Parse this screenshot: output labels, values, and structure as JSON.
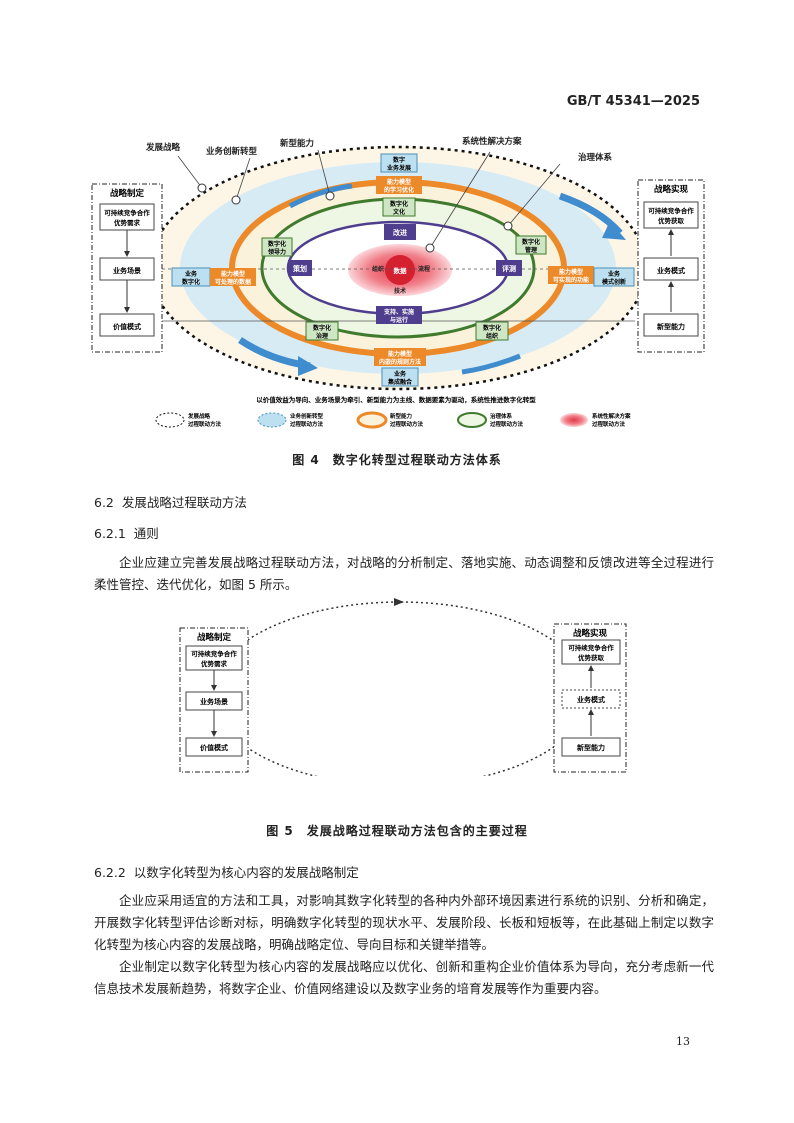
{
  "header": {
    "standard_no": "GB/T 45341—2025"
  },
  "figure4": {
    "left_panel": {
      "title": "战略制定",
      "box1": "可持续竞争合作优势需求",
      "box1_l1": "可持续竞争合作",
      "box1_l2": "优势需求",
      "box2": "业务场景",
      "box3": "价值模式"
    },
    "right_panel": {
      "title": "战略实现",
      "box1_l1": "可持续竞争合作",
      "box1_l2": "优势获取",
      "box2": "业务模式",
      "box3": "新型能力"
    },
    "top_labels": {
      "l1": "发展战略",
      "l2": "业务创新转型",
      "l3": "新型能力",
      "l4": "系统性解决方案",
      "l5": "治理体系"
    },
    "nodes": {
      "top1_l1": "数字",
      "top1_l2": "业务发展",
      "top2_l1": "能力模型",
      "top2_l2": "的学习优化",
      "top3_l1": "数字化",
      "top3_l2": "文化",
      "improve": "改进",
      "left1_l1": "数字化",
      "left1_l2": "领导力",
      "plan": "策划",
      "left_biz_l1": "业务",
      "left_biz_l2": "数字化",
      "left_cap_l1": "能力模型",
      "left_cap_l2": "可处理的数据",
      "right1_l1": "数字化",
      "right1_l2": "管理",
      "eval": "评测",
      "right_cap_l1": "能力模型",
      "right_cap_l2": "可实现的功能",
      "right_biz_l1": "业务",
      "right_biz_l2": "模式创新",
      "core_org": "组织",
      "core_data": "数据",
      "core_proc": "流程",
      "core_tech": "技术",
      "support_l1": "支持、实施",
      "support_l2": "与运行",
      "bl_l1": "数字化",
      "bl_l2": "治理",
      "br_l1": "数字化",
      "br_l2": "组织",
      "bot1_l1": "能力模型",
      "bot1_l2": "内嵌的规则方法",
      "bot2_l1": "业务",
      "bot2_l2": "集成融合"
    },
    "slogan": "以价值效益为导向、业务场景为牵引、新型能力为主线、数据要素为驱动，系统性推进数字化转型",
    "legend": [
      {
        "l1": "发展战略",
        "l2": "过程联动方法"
      },
      {
        "l1": "业务创新转型",
        "l2": "过程联动方法"
      },
      {
        "l1": "新型能力",
        "l2": "过程联动方法"
      },
      {
        "l1": "治理体系",
        "l2": "过程联动方法"
      },
      {
        "l1": "系统性解决方案",
        "l2": "过程联动方法"
      }
    ],
    "caption": "图 4　数字化转型过程联动方法体系"
  },
  "section62": {
    "num": "6.2",
    "title": "发展战略过程联动方法"
  },
  "section621": {
    "num": "6.2.1",
    "title": "通则"
  },
  "para1": "企业应建立完善发展战略过程联动方法，对战略的分析制定、落地实施、动态调整和反馈改进等全过程进行柔性管控、迭代优化，如图 5 所示。",
  "figure5": {
    "left_panel": {
      "title": "战略制定",
      "box1_l1": "可持续竞争合作",
      "box1_l2": "优势需求",
      "box2": "业务场景",
      "box3": "价值模式"
    },
    "right_panel": {
      "title": "战略实现",
      "box1_l1": "可持续竞争合作",
      "box1_l2": "优势获取",
      "box2": "业务模式",
      "box3": "新型能力"
    },
    "caption": "图 5　发展战略过程联动方法包含的主要过程"
  },
  "section622": {
    "num": "6.2.2",
    "title": "以数字化转型为核心内容的发展战略制定"
  },
  "para2": "企业应采用适宜的方法和工具，对影响其数字化转型的各种内外部环境因素进行系统的识别、分析和确定，开展数字化转型评估诊断对标，明确数字化转型的现状水平、发展阶段、长板和短板等，在此基础上制定以数字化转型为核心内容的发展战略，明确战略定位、导向目标和关键举措等。",
  "para3": "企业制定以数字化转型为核心内容的发展战略应以优化、创新和重构企业价值体系为导向，充分考虑新一代信息技术发展新趋势，将数字企业、价值网络建设以及数字业务的培育发展等作为重要内容。",
  "footer": {
    "page_number": "13"
  }
}
